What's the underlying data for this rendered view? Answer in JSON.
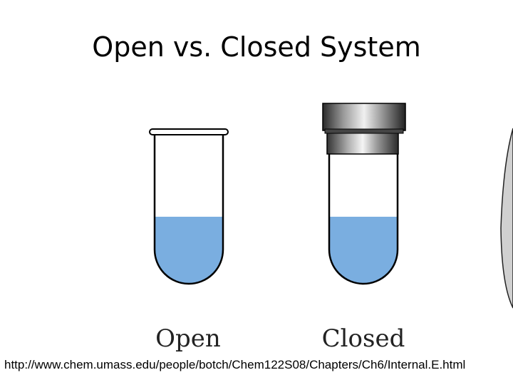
{
  "slide": {
    "title": "Open vs. Closed System",
    "source_url": "http://www.chem.umass.edu/people/botch/Chem122S08/Chapters/Ch6/Internal.E.html"
  },
  "tubes": [
    {
      "label": "Open",
      "sealed": false
    },
    {
      "label": "Closed",
      "sealed": true
    }
  ],
  "colors": {
    "liquid": "#7aaee0",
    "glass_outline": "#000000",
    "cap_dark": "#2a2a2a",
    "cap_light": "#f0f0f0"
  }
}
